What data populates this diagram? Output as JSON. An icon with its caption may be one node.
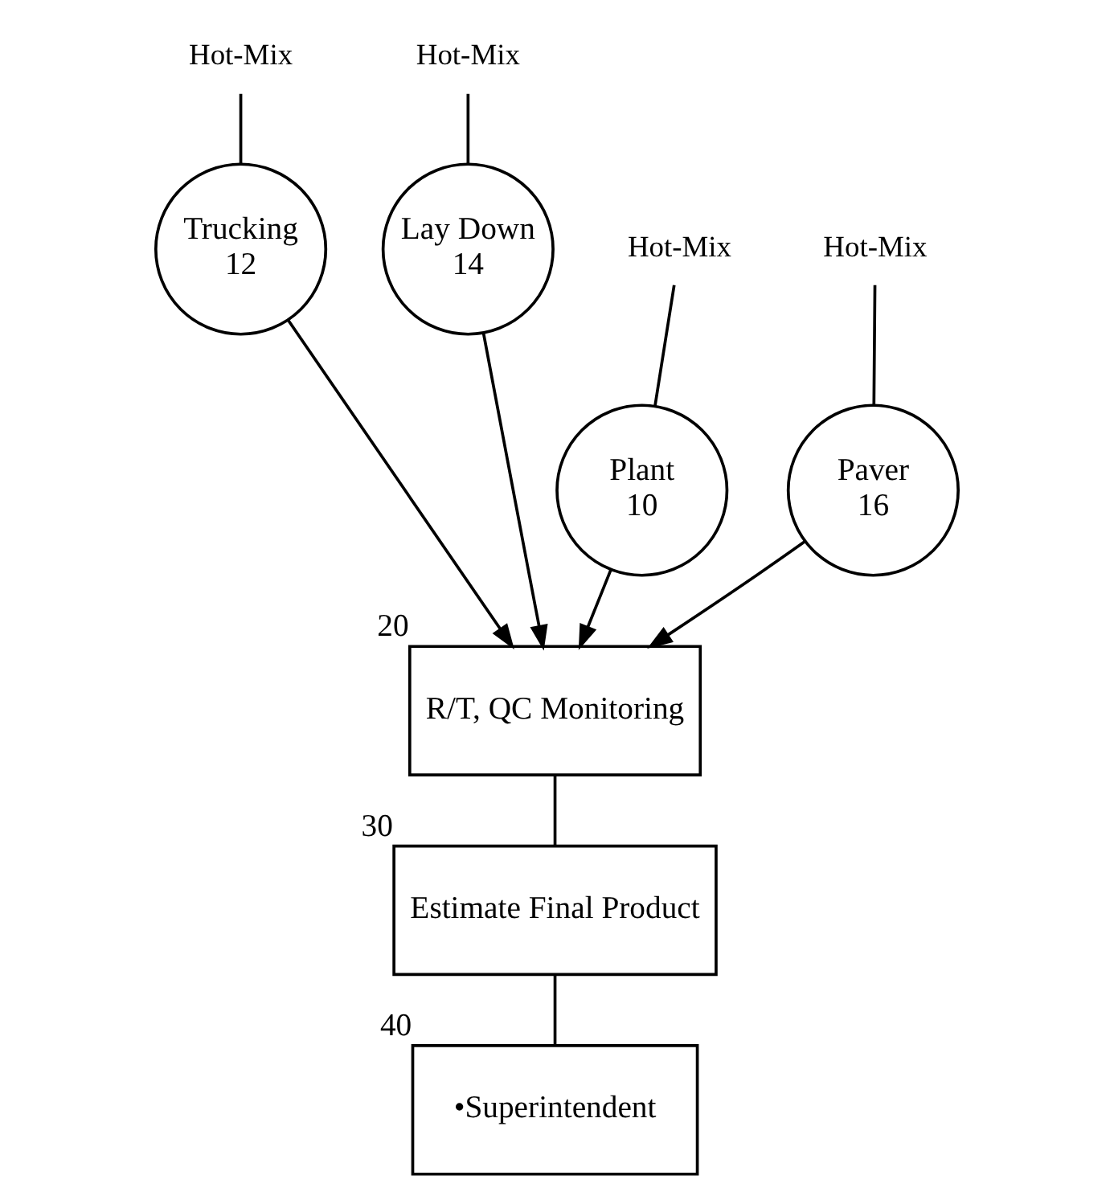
{
  "diagram": {
    "nodes": [
      {
        "text": [
          "Hot-Mix"
        ]
      },
      {
        "text": [
          "Trucking",
          "12"
        ]
      },
      {
        "text": [
          "Hot-Mix"
        ]
      },
      {
        "text": [
          "Lay Down",
          "14"
        ]
      },
      {
        "text": [
          "Hot-Mix"
        ]
      },
      {
        "text": [
          "Hot-Mix"
        ]
      },
      {
        "text": [
          "Plant",
          "10"
        ]
      },
      {
        "text": [
          "Paver",
          "16"
        ]
      },
      {
        "text": [
          "R/T, QC Monitoring"
        ],
        "beside": [
          "20"
        ]
      },
      {
        "text": [
          "Estimate Final Product"
        ],
        "beside": [
          "30"
        ]
      },
      {
        "text": [
          "•Superintendent"
        ],
        "beside": [
          "40"
        ]
      }
    ],
    "edges": [
      {
        "from": 0,
        "to": 1,
        "arrow": "none"
      },
      {
        "from": 2,
        "to": 3,
        "arrow": "none"
      },
      {
        "from": 4,
        "to": 6,
        "arrow": "none"
      },
      {
        "from": 5,
        "to": 7,
        "arrow": "none"
      },
      {
        "from": 1,
        "to": 8,
        "arrow": "to"
      },
      {
        "from": 3,
        "to": 8,
        "arrow": "to"
      },
      {
        "from": 6,
        "to": 8,
        "arrow": "to"
      },
      {
        "from": 7,
        "to": 8,
        "arrow": "to"
      },
      {
        "from": 8,
        "to": 9,
        "arrow": "none"
      },
      {
        "from": 9,
        "to": 10,
        "arrow": "none"
      }
    ]
  }
}
